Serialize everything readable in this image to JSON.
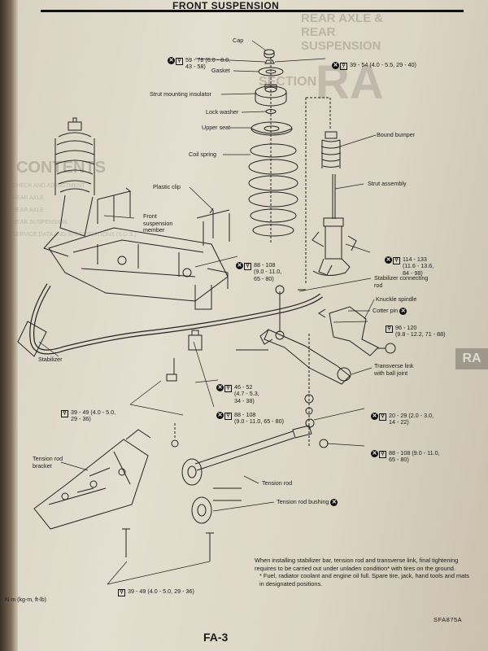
{
  "header": {
    "title": "FRONT SUSPENSION"
  },
  "bleed_through": {
    "title_lines": [
      "REAR AXLE &",
      "REAR SUSPENSION"
    ],
    "section": "SECTION",
    "code": "RA",
    "contents": "CONTENTS",
    "tab": "RA",
    "faint_lines": [
      "CHECK AND ADJUSTMENT",
      "REAR AXLE",
      "REAR AXLE",
      "REAR SUSPENSION",
      "SERVICE DATA AND SPECIFICATIONS (S.D.S.)"
    ]
  },
  "parts": {
    "cap": "Cap",
    "gasket": "Gasket",
    "strut_mounting_insulator": "Strut mounting insulator",
    "lock_washer": "Lock washer",
    "upper_seat": "Upper seat",
    "coil_spring": "Coil spring",
    "bound_bumper": "Bound bumper",
    "strut_assembly": "Strut assembly",
    "plastic_clip": "Plastic clip",
    "front_suspension_member": "Front\nsuspension\nmember",
    "stabilizer_connecting_rod": "Stabilizer connecting\nrod",
    "knuckle_spindle": "Knuckle spindle",
    "cotter_pin": "Cotter pin",
    "stabilizer": "Stabilizer",
    "transverse_link": "Transverse link\nwith ball joint",
    "tension_rod_bracket": "Tension rod\nbracket",
    "tension_rod": "Tension rod",
    "tension_rod_bushing": "Tension rod bushing"
  },
  "torques": {
    "cap_nut": "59 - 78 (6.0 - 8.0,\n43 - 58)",
    "strut_top": "39 - 54 (4.0 - 5.5, 29 - 40)",
    "knuckle_to_strut": "114 - 133\n(11.6 - 13.6,\n84 - 98)",
    "stabilizer_rod_upper": "88 - 108\n(9.0 - 11.0,\n65 - 80)",
    "ball_joint": "96 - 120\n(9.8 - 12.2, 71 - 88)",
    "stabilizer_bracket": "46 - 52\n(4.7 - 5.3,\n34 - 38)",
    "stabilizer_lower": "88 - 108\n(9.0 - 11.0, 65 - 80)",
    "tension_rod_bracket_bolts": "39 - 49 (4.0 - 5.0,\n29 - 36)",
    "tension_rod_nut": "20 - 29 (2.0 - 3.0,\n14 - 22)",
    "transverse_link_bolt": "88 - 108 (9.0 - 11.0,\n65 - 80)",
    "bracket_lower_bolts": "39 - 49 (4.0 - 5.0, 29 - 36)"
  },
  "note": {
    "body": "When installing stabilizer bar, tension rod and transverse link, final tightening requires to be carried out under unladen condition* with tires on the ground.",
    "footnote": "* Fuel, radiator coolant and engine oil full. Spare tire, jack, hand tools and mats in designated positions."
  },
  "units": "N·m (kg-m, ft-lb)",
  "figure_code": "SFA875A",
  "page_number": "FA-3",
  "icons": {
    "replace": "x-circle-icon",
    "torque": "torque-wrench-icon"
  },
  "colors": {
    "paper": "#e0d9c9",
    "ink": "#1c1c1c"
  }
}
